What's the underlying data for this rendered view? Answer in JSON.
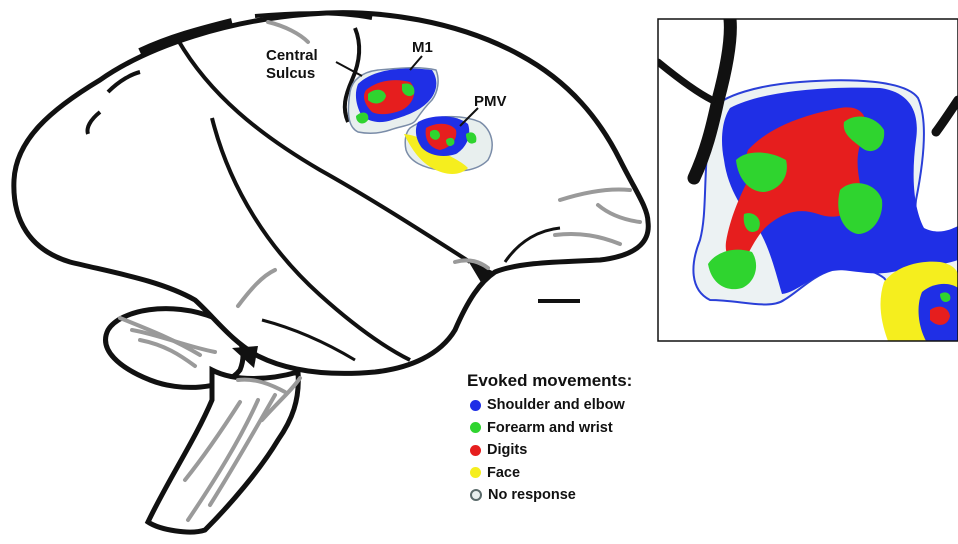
{
  "labels": {
    "central_sulcus_line1": "Central",
    "central_sulcus_line2": "Sulcus",
    "m1": "M1",
    "pmv": "PMV"
  },
  "legend": {
    "title": "Evoked movements:",
    "items": [
      {
        "label": "Shoulder and elbow",
        "color": "#1f2fe6"
      },
      {
        "label": "Forearm and wrist",
        "color": "#2fd42f"
      },
      {
        "label": "Digits",
        "color": "#e61e1e"
      },
      {
        "label": "Face",
        "color": "#f5ee1e"
      },
      {
        "label": "No response",
        "color": "#e8efee"
      }
    ]
  },
  "colors": {
    "shoulder_elbow": "#1f2fe6",
    "forearm_wrist": "#2fd42f",
    "digits": "#e61e1e",
    "face": "#f5ee1e",
    "no_response": "#e8efee",
    "outline": "#111111",
    "vessel": "#9a9a9a"
  }
}
